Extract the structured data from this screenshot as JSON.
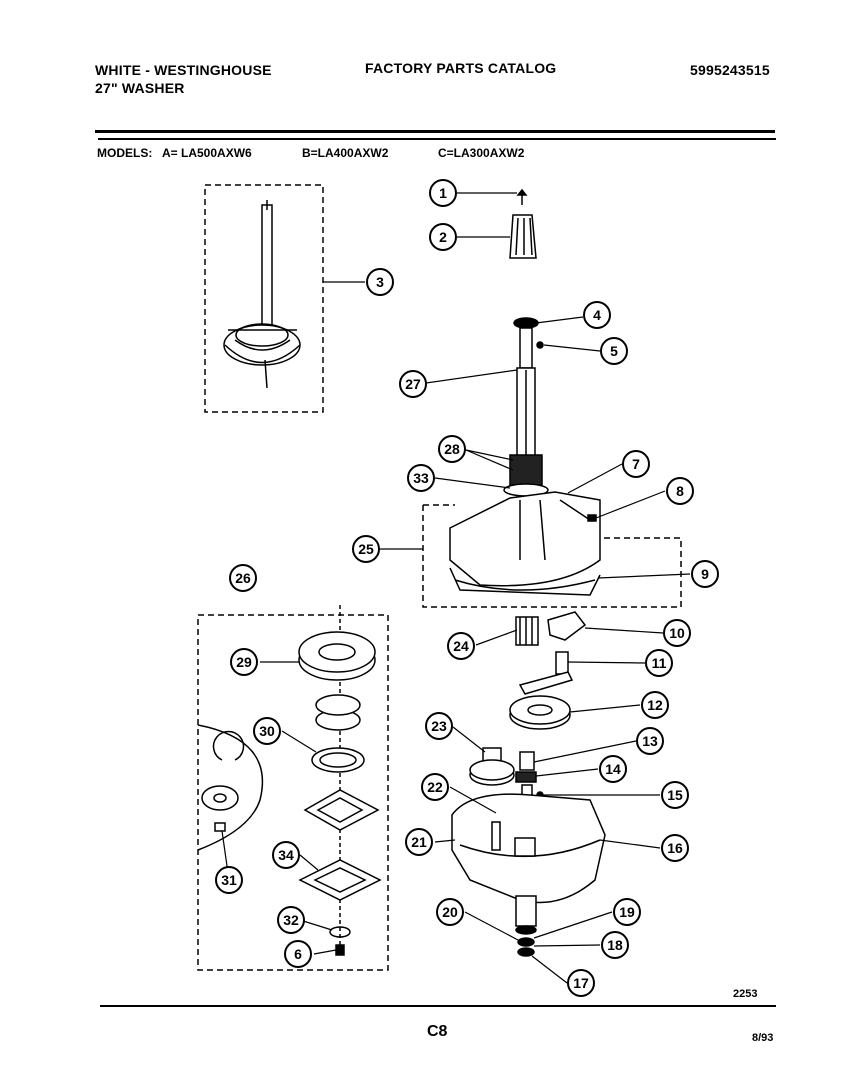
{
  "header": {
    "brand": "WHITE - WESTINGHOUSE",
    "product": "27\" WASHER",
    "catalog_title": "FACTORY PARTS CATALOG",
    "catalog_number": "5995243515"
  },
  "models": {
    "label": "MODELS:",
    "a": "A= LA500AXW6",
    "b": "B=LA400AXW2",
    "c": "C=LA300AXW2"
  },
  "callouts": [
    "1",
    "2",
    "3",
    "4",
    "5",
    "27",
    "28",
    "33",
    "7",
    "8",
    "25",
    "9",
    "26",
    "24",
    "10",
    "29",
    "11",
    "30",
    "23",
    "12",
    "13",
    "14",
    "22",
    "15",
    "21",
    "16",
    "34",
    "31",
    "20",
    "19",
    "32",
    "6",
    "18",
    "17"
  ],
  "footer": {
    "diagram_code": "2253",
    "page_code": "C8",
    "date": "8/93"
  }
}
